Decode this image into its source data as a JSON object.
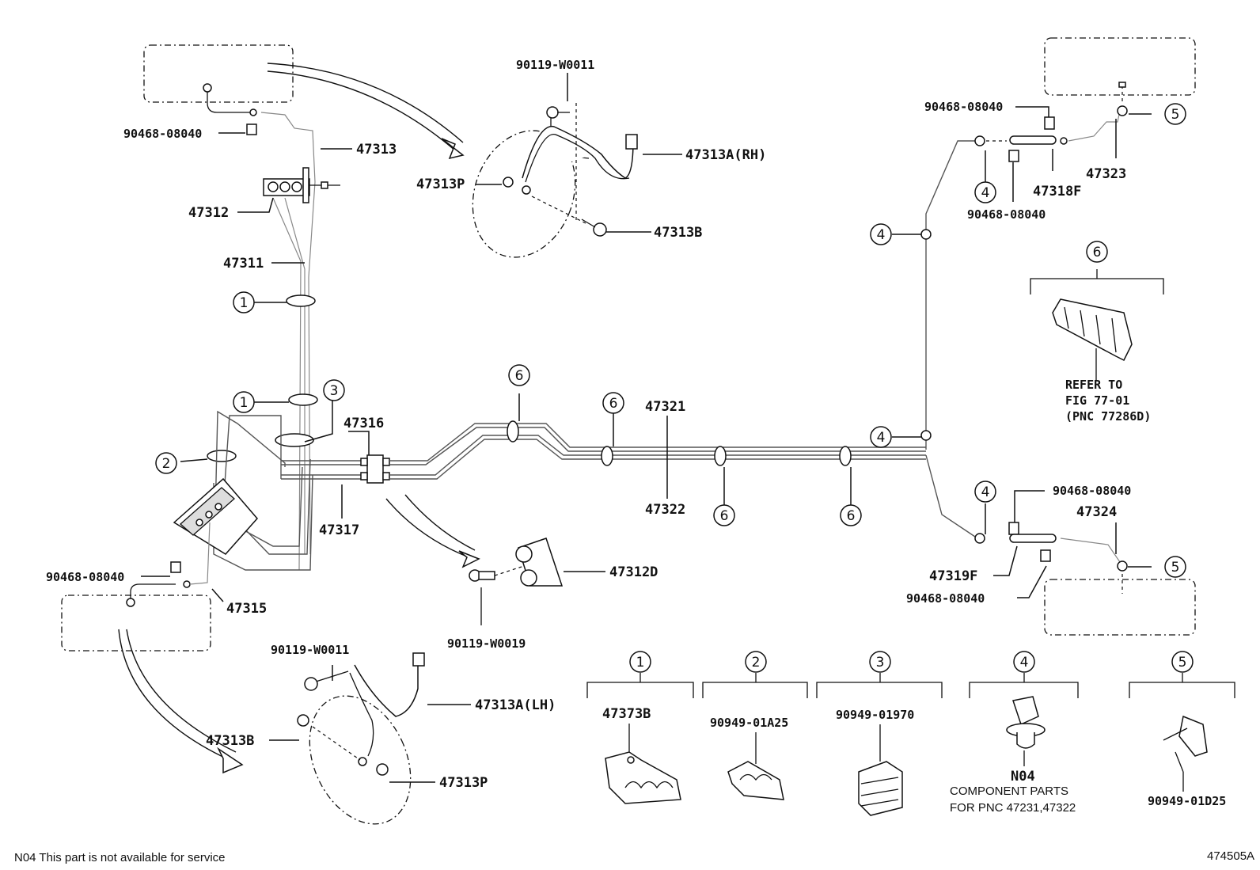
{
  "labels": {
    "p_90119_W0011_top": "90119-W0011",
    "p_47313A_RH": "47313A(RH)",
    "p_47313P_top": "47313P",
    "p_47313B_top": "47313B",
    "p_90468_tl": "90468-08040",
    "p_47313": "47313",
    "p_47312": "47312",
    "p_47311": "47311",
    "p_47316": "47316",
    "p_47317": "47317",
    "p_90468_ml": "90468-08040",
    "p_47315": "47315",
    "p_47312D": "47312D",
    "p_90119_W0019": "90119-W0019",
    "p_90119_W0011_bot": "90119-W0011",
    "p_47313A_LH": "47313A(LH)",
    "p_47313B_bot": "47313B",
    "p_47313P_bot": "47313P",
    "p_47321": "47321",
    "p_47322": "47322",
    "p_90468_tr1": "90468-08040",
    "p_47323": "47323",
    "p_47318F": "47318F",
    "p_90468_tr2": "90468-08040",
    "p_90468_br1": "90468-08040",
    "p_47324": "47324",
    "p_47319F": "47319F",
    "p_90468_br2": "90468-08040",
    "refer_line1": "REFER TO",
    "refer_line2": "FIG 77-01",
    "refer_line3": "(PNC 77286D)",
    "legend_1_part": "47373B",
    "legend_2_part": "90949-01A25",
    "legend_3_part": "90949-01970",
    "legend_4_part": "N04",
    "legend_4_note1": "COMPONENT PARTS",
    "legend_4_note2": "FOR PNC 47231,47322",
    "legend_5_part": "90949-01D25",
    "footer_note": "N04 This part is not available for service",
    "figure_id": "474505A"
  },
  "callouts": {
    "c1": "1",
    "c2": "2",
    "c3": "3",
    "c4": "4",
    "c5": "5",
    "c6": "6"
  }
}
